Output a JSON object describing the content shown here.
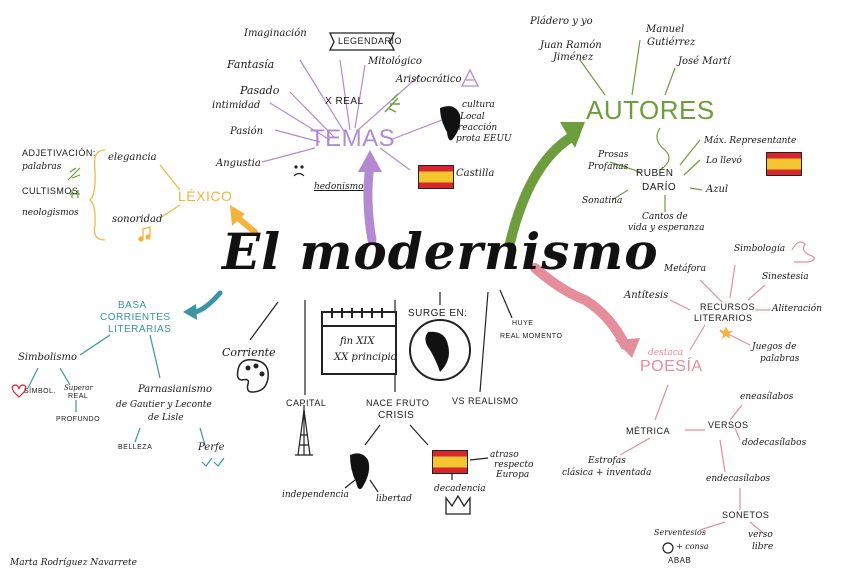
{
  "title": "El modernismo",
  "author": "Marta Rodríguez Navarrete",
  "temas": {
    "heading": "TEMAS",
    "items": [
      "Imaginación",
      "LEGENDARIO",
      "Fantasía",
      "Mitológico",
      "Aristocrático",
      "Pasado",
      "X REAL",
      "intimidad",
      "Pasión",
      "Angustia",
      "hedonismo",
      "cultura",
      "Local",
      "reacción",
      "prota EEUU",
      "Castilla"
    ]
  },
  "autores": {
    "heading": "AUTORES",
    "items": [
      "Pládero y yo",
      "Juan Ramón",
      "Jiménez",
      "Manuel",
      "Gutiérrez",
      "José Martí",
      "Prosas",
      "Profanas",
      "Sonatina",
      "RUBÉN",
      "DARÍO",
      "Máx. Representante",
      "Lo llevó",
      "Azul",
      "Cantos de",
      "vida y esperanza"
    ]
  },
  "lexico": {
    "heading": "LÉXICO",
    "items": [
      "ADJETIVACIÓN:",
      "palabras",
      "CULTISMOS",
      "neologismos",
      "elegancia",
      "sonoridad"
    ]
  },
  "base": {
    "heading_lines": [
      "BASA",
      "CORRIENTES",
      "LITERARIAS"
    ],
    "items": [
      "Simbolismo",
      "SÍMBOL.",
      "Superar",
      "REAL",
      "PROFUNDO",
      "Parnasianismo",
      "de Gautier y Leconte",
      "de Lisle",
      "BELLEZA",
      "Perfe"
    ]
  },
  "center": {
    "corriente": "Corriente",
    "surge": "SURGE EN:",
    "fin": "fin XIX",
    "princ": "XX principio",
    "huye": "HUYE",
    "real_momento": "REAL MOMENTO",
    "capital": "CAPITAL",
    "nace": "NACE FRUTO",
    "crisis": "CRISIS",
    "vs": "VS REALISMO",
    "independencia": "independencia",
    "libertad": "libertad",
    "atraso": "atraso",
    "respecto": "respecto",
    "europa": "Europa",
    "decadencia": "decadencia"
  },
  "poesia": {
    "heading": "POESÍA",
    "destaca": "destaca",
    "items": [
      "Metáfora",
      "Simbología",
      "Sinestesia",
      "Antítesis",
      "RECURSOS",
      "LITERARIOS",
      "Aliteración",
      "Juegos de",
      "palabras",
      "MÉTRICA",
      "VERSOS",
      "eneasílabos",
      "dodecasílabos",
      "Estrofas",
      "clásica + inventada",
      "endecasílabos",
      "SONETOS",
      "Serventesios",
      "+ consa",
      "ABAB",
      "verso",
      "libre"
    ]
  },
  "colors": {
    "green": "#6e9d3e",
    "purple": "#b38ad2",
    "pink": "#e48d9b",
    "teal": "#3a94a6",
    "yellow": "#f3b33d",
    "flag_red": "#d8262e",
    "flag_yellow": "#f4c630"
  }
}
